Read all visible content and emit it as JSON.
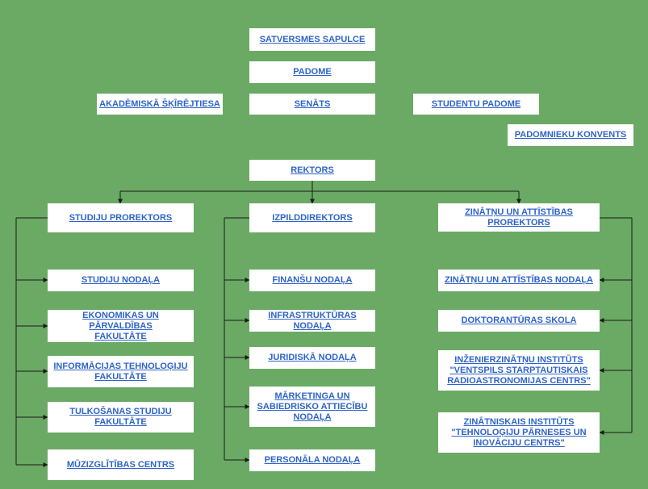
{
  "colors": {
    "background": "#6aaa64",
    "box": "#ffffff",
    "link": "#2f64c8",
    "connector": "#1a1a1a"
  },
  "governance": {
    "satversmes_sapulce": "SATVERSMES SAPULCE",
    "padome": "PADOME",
    "akademiska_skirejtiesa": "AKADĒMISKĀ ŠĶĪRĒJTIESA",
    "senats": "SENĀTS",
    "studentu_padome": "STUDENTU PADOME",
    "padomnieku_konvents": "PADOMNIEKU KONVENTS"
  },
  "rector": "REKTORS",
  "branches": {
    "studies": {
      "head": "STUDIJU PROREKTORS",
      "units": [
        "STUDIJU NODAĻA",
        "EKONOMIKAS UN PĀRVALDĪBAS\nFAKULTĀTE",
        "INFORMĀCIJAS TEHNOLOĢIJU\nFAKULTĀTE",
        "TULKOŠANAS STUDIJU\nFAKULTĀTE",
        "MŪZIZGLĪTĪBAS CENTRS"
      ]
    },
    "admin": {
      "head": "IZPILDDIREKTORS",
      "units": [
        "FINANŠU NODAĻA",
        "INFRASTRUKTŪRAS NODAĻA",
        "JURIDISKĀ NODAĻA",
        "MĀRKETINGA UN\nSABIEDRISKO ATTIECĪBU\nNODAĻA",
        "PERSONĀLA NODAĻA"
      ]
    },
    "science": {
      "head": "ZINĀTŅU UN ATTĪSTĪBAS\nPROREKTORS",
      "units": [
        "ZINĀTŅU UN ATTĪSTĪBAS NODAĻA",
        "DOKTORANTŪRAS SKOLA",
        "INŽENIERZINĀTŅU INSTITŪTS\n\"VENTSPILS STARPTAUTISKAIS\nRADIOASTRONOMIJAS CENTRS\"",
        "ZINĀTNISKAIS INSTITŪTS\n\"TEHNOLOĢIJU PĀRNESES UN\nINOVĀCIJU CENTRS\""
      ]
    }
  }
}
